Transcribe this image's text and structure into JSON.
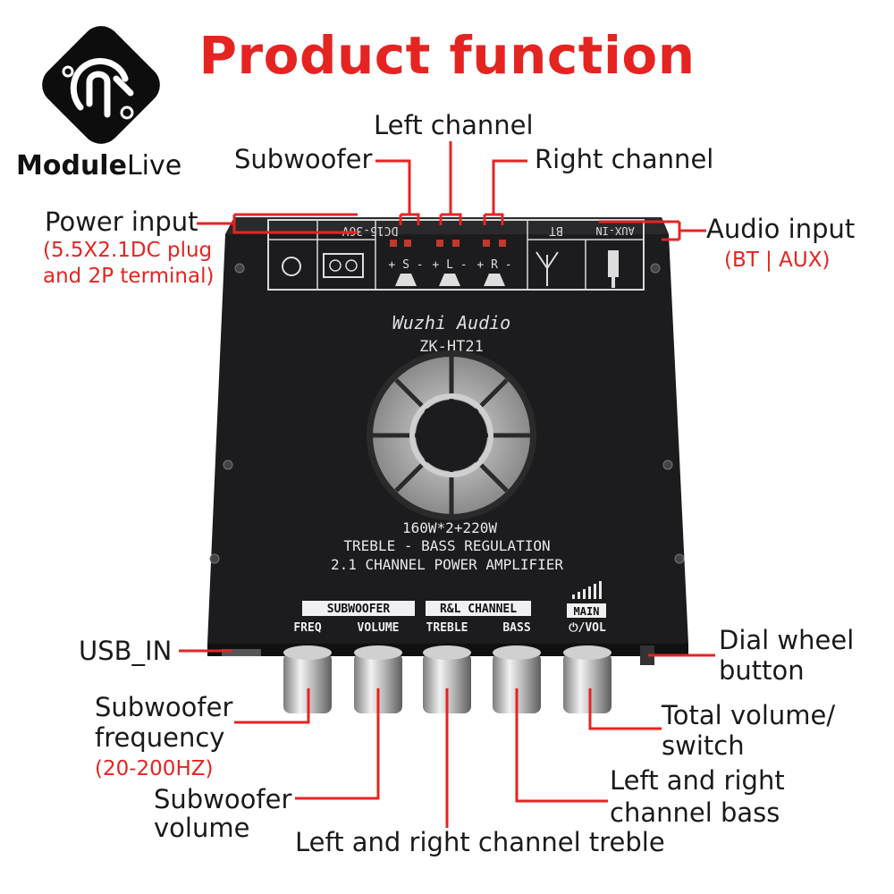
{
  "title": "Product function",
  "brand": {
    "name_bold": "Module",
    "name_light": "Live"
  },
  "board": {
    "brand_script": "Wuzhi Audio",
    "model": "ZK-HT21",
    "power_spec": "160W*2+220W",
    "line1": "TREBLE - BASS REGULATION",
    "line2": "2.1 CHANNEL POWER AMPLIFIER",
    "dc_label": "DC15-36V",
    "bt_label": "BT",
    "aux_label": "AUX-IN",
    "terminals": [
      "+ S -",
      "+ L -",
      "+ R -"
    ],
    "section_sub": "SUBWOOFER",
    "section_rl": "R&L CHANNEL",
    "section_main": "MAIN",
    "knob_labels": [
      "FREQ",
      "VOLUME",
      "TREBLE",
      "BASS",
      "⏻/VOL"
    ]
  },
  "callouts": {
    "left_channel": "Left channel",
    "subwoofer": "Subwoofer",
    "right_channel": "Right channel",
    "power_input": "Power input",
    "power_input_sub": [
      "(5.5X2.1DC plug",
      "and 2P terminal)"
    ],
    "audio_input": "Audio input",
    "audio_input_sub": "(BT | AUX)",
    "usb_in": "USB_IN",
    "dial_wheel": [
      "Dial wheel",
      "button"
    ],
    "sub_freq": [
      "Subwoofer",
      "frequency"
    ],
    "sub_freq_sub": "(20-200HZ)",
    "total_volume": [
      "Total volume/",
      "switch"
    ],
    "lr_bass": [
      "Left and right",
      "channel bass"
    ],
    "sub_volume": [
      "Subwoofer",
      "volume"
    ],
    "lr_treble": "Left and right channel treble"
  },
  "colors": {
    "accent": "#e52421",
    "board": "#1c1c1e",
    "text": "#1a1a1a"
  }
}
